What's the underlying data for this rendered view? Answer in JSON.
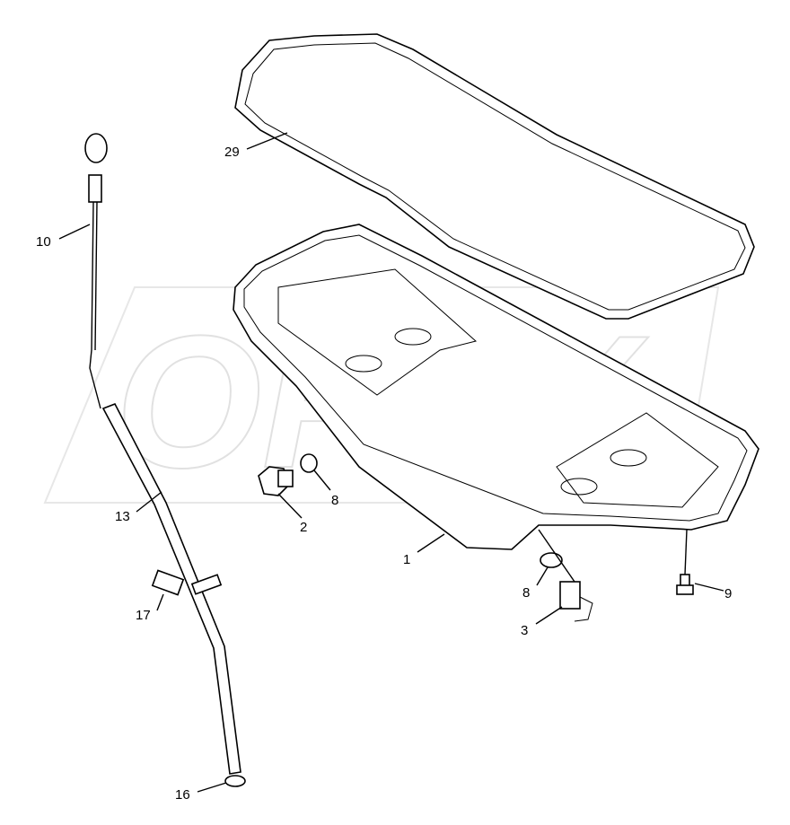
{
  "watermark": "OPEX",
  "callouts": [
    {
      "id": "gasket",
      "label": "29"
    },
    {
      "id": "dipstick",
      "label": "10"
    },
    {
      "id": "guide-tube",
      "label": "13"
    },
    {
      "id": "o-ring-upper",
      "label": "8"
    },
    {
      "id": "drain-plug-upper",
      "label": "2"
    },
    {
      "id": "oil-pan",
      "label": "1"
    },
    {
      "id": "o-ring-lower",
      "label": "8"
    },
    {
      "id": "drain-plug-lower",
      "label": "3"
    },
    {
      "id": "screw",
      "label": "9"
    },
    {
      "id": "sleeve",
      "label": "17"
    },
    {
      "id": "seal-ring",
      "label": "16"
    }
  ]
}
